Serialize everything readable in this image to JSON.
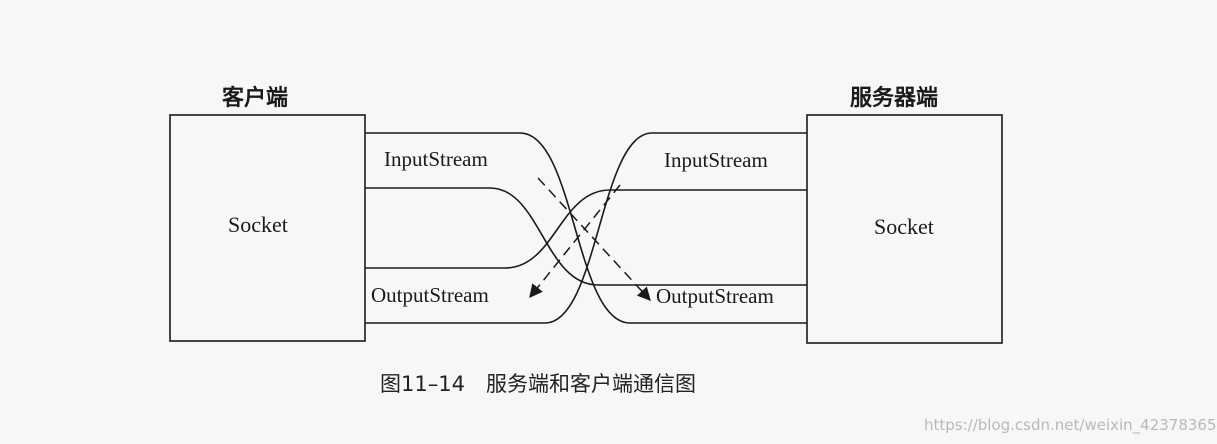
{
  "diagram": {
    "client_title": "客户端",
    "server_title": "服务器端",
    "client_socket": "Socket",
    "server_socket": "Socket",
    "client_input": "InputStream",
    "client_output": "OutputStream",
    "server_input": "InputStream",
    "server_output": "OutputStream",
    "caption": "图11–14　服务端和客户端通信图"
  },
  "watermark": "https://blog.csdn.net/weixin_42378365",
  "colors": {
    "line": "#1a1a1a",
    "background": "#f7f7f5",
    "watermark": "#b9b9b9"
  }
}
